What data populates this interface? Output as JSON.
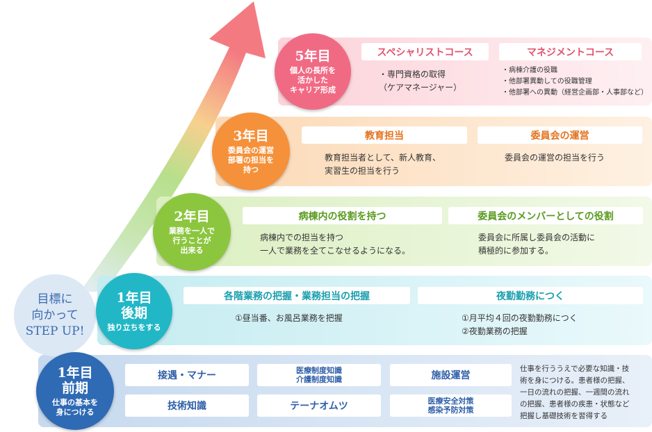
{
  "goal": {
    "text": "目標に\n向かって\nSTEP UP!"
  },
  "colors": {
    "year5": "#f16a84",
    "year3": "#f5913a",
    "year2": "#8cc63f",
    "year1b": "#22b7c6",
    "year1a": "#2f6ab4",
    "band5": "#fde4e8",
    "band3": "#fde4cc",
    "band2": "#e8f4d4",
    "band1b": "#d5f1f4",
    "band1a": "#d6e4f3"
  },
  "levels": {
    "year5": {
      "year": "5年目",
      "subtitle": "個人の長所を\n活かした\nキャリア形成",
      "course1_title": "スペシャリストコース",
      "course1_desc": "・専門資格の取得\n（ケアマネージャー）",
      "course2_title": "マネジメントコース",
      "course2_desc": "・病棟介護の役職\n・他部署異動しての役職管理\n・他部署への異動（経営企画部・人事部など）"
    },
    "year3": {
      "year": "3年目",
      "subtitle": "委員会の運営\n部署の担当を\n持つ",
      "item1_title": "教育担当",
      "item1_desc": "教育担当者として、新人教育、\n実習生の担当を行う",
      "item2_title": "委員会の運営",
      "item2_desc": "委員会の運営の担当を行う"
    },
    "year2": {
      "year": "2年目",
      "subtitle": "業務を一人で\n行うことが\n出来る",
      "item1_title": "病棟内の役割を持つ",
      "item1_desc": "病棟内での担当を持つ\n一人で業務を全てこなせるようになる。",
      "item2_title": "委員会のメンバーとしての役割",
      "item2_desc": "委員会に所属し委員会の活動に\n積極的に参加する。"
    },
    "year1b": {
      "year": "1年目",
      "period": "後期",
      "subtitle": "独り立ちをする",
      "item1_title": "各階業務の把握・業務担当の把握",
      "item1_desc": "①昼当番、お風呂業務を把握",
      "item2_title": "夜勤勤務につく",
      "item2_desc": "①月平均４回の夜勤勤務につく\n②夜勤業務の把握"
    },
    "year1a": {
      "year": "1年目",
      "period": "前期",
      "subtitle": "仕事の基本を\n身につける",
      "boxes": [
        "接遇・マナー",
        "医療制度知識",
        "介護制度知識",
        "施設運営",
        "技術知識",
        "テーナオムツ",
        "医療安全対策",
        "感染予防対策"
      ],
      "desc": "仕事を行ううえで必要な知識・技\n術を身につける。患者様の把握、\n一日の流れの把握、一週間の流れ\nの把握、患者様の疾患・状態など\n把握し基礎技術を習得する"
    }
  }
}
